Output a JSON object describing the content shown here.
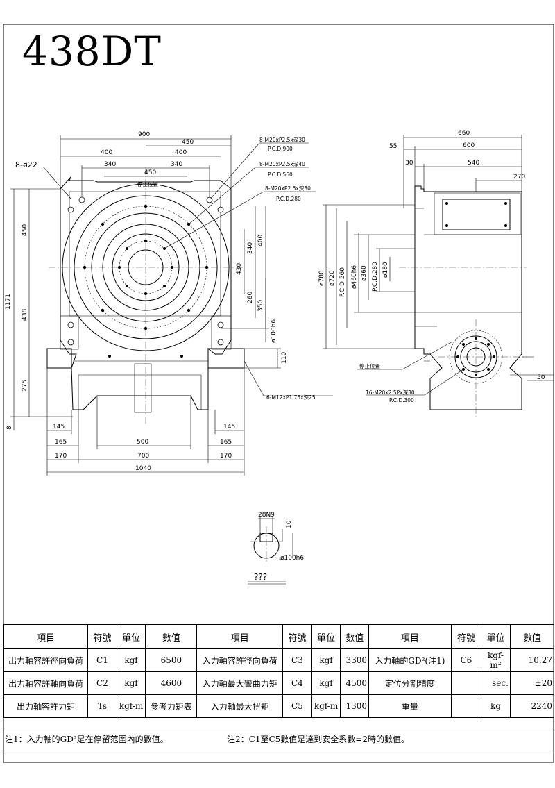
{
  "title": "438DT",
  "front": {
    "dims": {
      "w900": "900",
      "w450": "450",
      "w400a": "400",
      "w400b": "400",
      "w340a": "340",
      "w340b": "340",
      "w450c": "450",
      "holes_dia": "8-ø22",
      "h1171": "1171",
      "h450": "450",
      "h438": "438",
      "h275": "275",
      "h8": "8",
      "v340": "340",
      "v400": "400",
      "v430": "430",
      "v260": "260",
      "v350": "350",
      "v100h6": "ø100h6",
      "v110": "110",
      "b145a": "145",
      "b145b": "145",
      "b165a": "165",
      "b165b": "165",
      "b500": "500",
      "b170a": "170",
      "b170b": "170",
      "b700": "700",
      "b1040": "1040"
    },
    "callouts": {
      "c1": "8-M20xP2.5x深30",
      "c1b": "P.C.D.900",
      "c2": "8-M20xP2.5x深40",
      "c2b": "P.C.D.560",
      "c3": "8-M20xP2.5x深30",
      "c3b": "P.C.D.280",
      "c4": "6-M12xP1.75x深25",
      "mark": "停止位置"
    }
  },
  "side": {
    "dims": {
      "w660": "660",
      "w55": "55",
      "w600": "600",
      "w30": "30",
      "w540": "540",
      "w270": "270",
      "d780": "ø780",
      "d720": "ø720",
      "pcd560": "P.C.D.560",
      "d460h6": "ø460h6",
      "d360": "ø360",
      "pcd280": "P.C.D.280",
      "d180": "ø180",
      "r50": "50"
    },
    "callouts": {
      "mark": "停止位置",
      "c1": "16-M20x2.5Px深30",
      "c1b": "P.C.D.300"
    }
  },
  "keyway": {
    "w": "28N9",
    "depth": "10",
    "shaft": "ø100h6",
    "label": "???"
  },
  "table": {
    "header": [
      "項目",
      "符號",
      "單位",
      "數值",
      "項目",
      "符號",
      "單位",
      "數值",
      "項目",
      "符號",
      "單位",
      "數值"
    ],
    "rows": [
      [
        "出力軸容許徑向負荷",
        "C1",
        "kgf",
        "6500",
        "入力軸容許徑向負荷",
        "C3",
        "kgf",
        "3300",
        "入力軸的GD²(注1)",
        "C6",
        "kgf-m²",
        "10.27"
      ],
      [
        "出力軸容許軸向負荷",
        "C2",
        "kgf",
        "4600",
        "入力軸最大彎曲力矩",
        "C4",
        "kgf",
        "4500",
        "定位分割精度",
        "",
        "sec.",
        "±20"
      ],
      [
        "出力軸容許力矩",
        "Ts",
        "kgf-m",
        "參考力矩表",
        "入力軸最大扭矩",
        "C5",
        "kgf-m",
        "1300",
        "重量",
        "",
        "kg",
        "2240"
      ]
    ]
  },
  "notes": {
    "n1": "注1：入力軸的GD²是在停留范圍內的數值。",
    "n2": "注2：C1至C5數值是達到安全系數=2時的數值。"
  }
}
